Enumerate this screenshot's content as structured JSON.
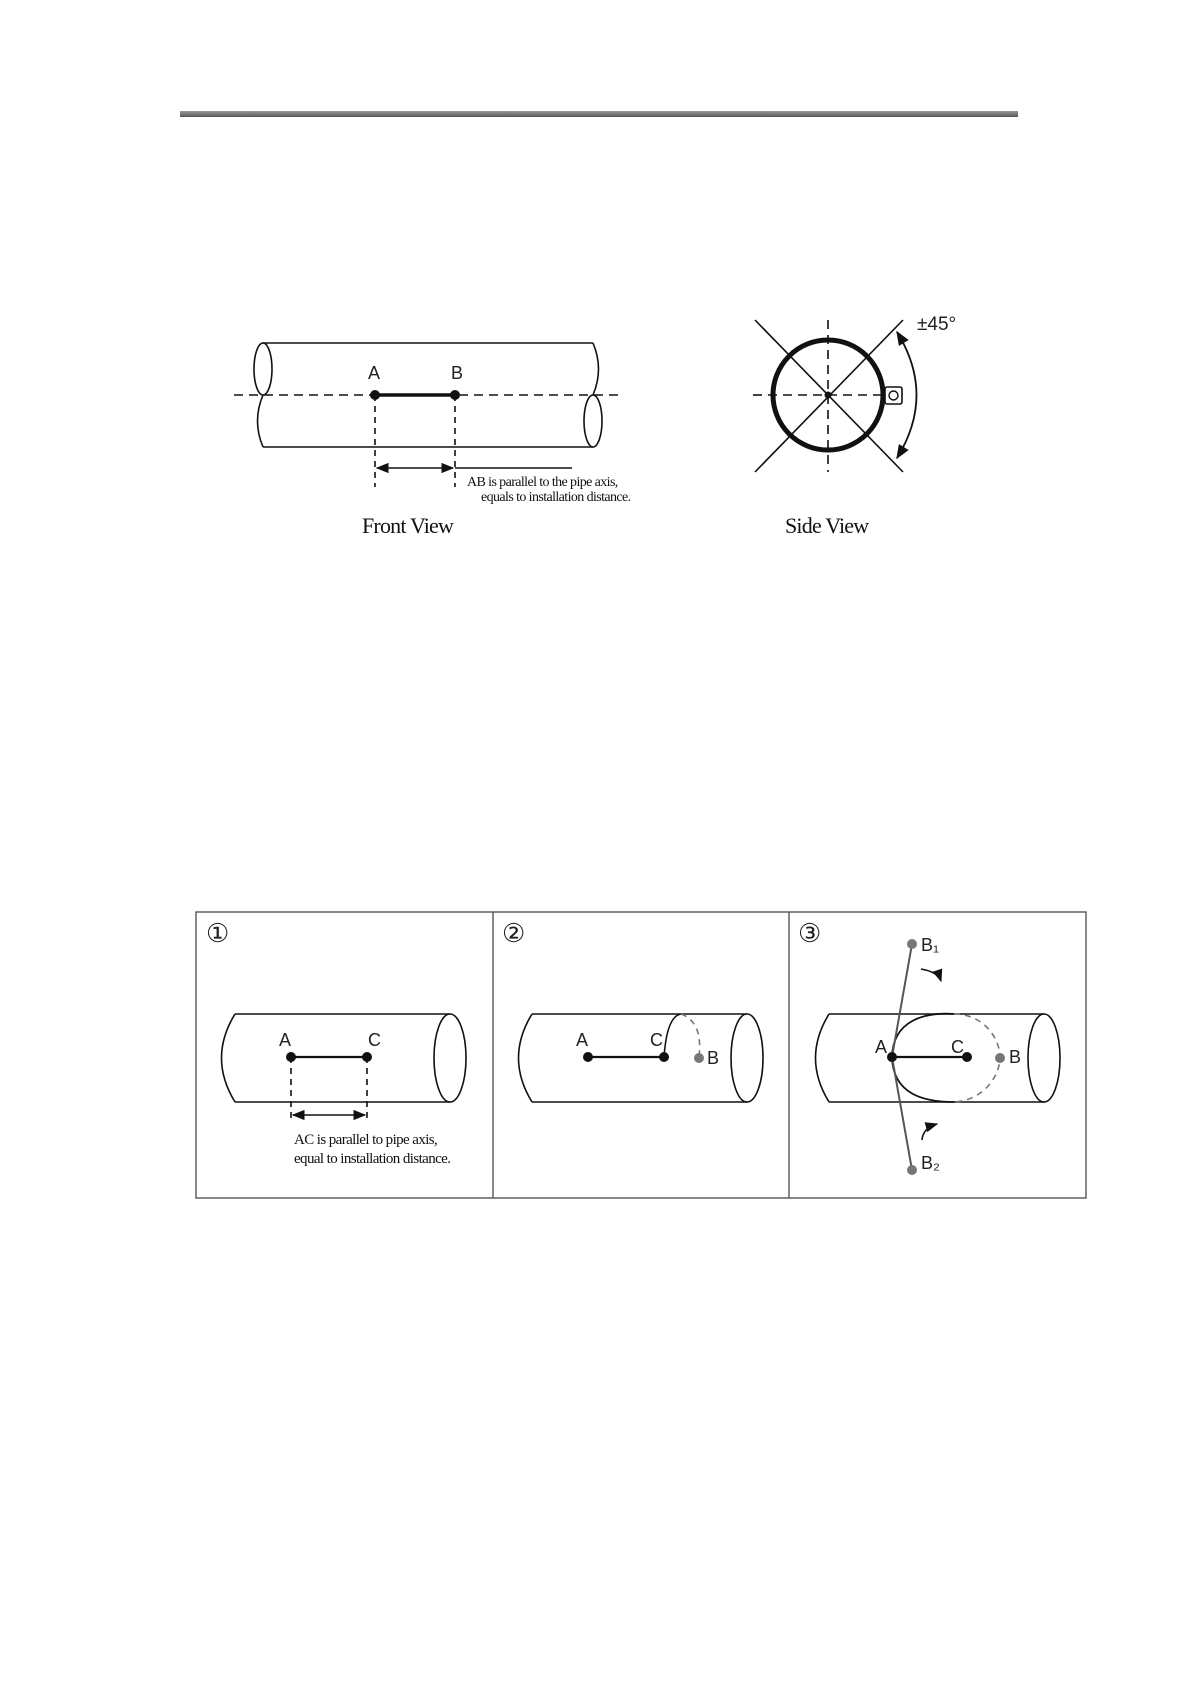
{
  "front_view": {
    "label_a": "A",
    "label_b": "B",
    "note_line1": "AB is parallel to the pipe axis,",
    "note_line2": "equals to installation distance.",
    "caption": "Front View"
  },
  "side_view": {
    "angle_label": "±45°",
    "caption": "Side View"
  },
  "steps": [
    {
      "number": "①",
      "label_a": "A",
      "label_c": "C",
      "note_line1": "AC is parallel to pipe axis,",
      "note_line2": "equal to installation distance."
    },
    {
      "number": "②",
      "label_a": "A",
      "label_c": "C",
      "label_b": "B"
    },
    {
      "number": "③",
      "label_a": "A",
      "label_c": "C",
      "label_b": "B",
      "label_b1": "B₁",
      "label_b2": "B₂"
    }
  ],
  "colors": {
    "line": "#111111",
    "gray_point": "#777777",
    "frame": "#555555"
  }
}
